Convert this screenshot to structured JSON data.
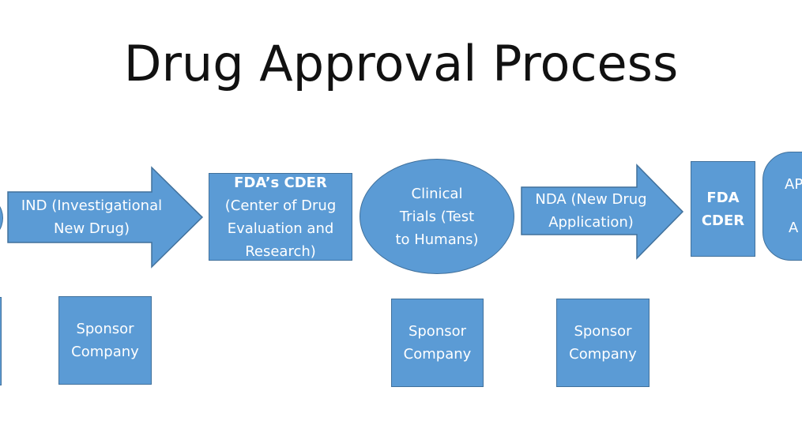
{
  "title": "Drug Approval Process",
  "flow": {
    "ind_arrow": {
      "line1": "IND (Investigational",
      "line2": "New Drug)"
    },
    "fda_cder_box": {
      "line1": "FDA’s CDER",
      "line2": "(Center of Drug",
      "line3": "Evaluation and",
      "line4": "Research)"
    },
    "clinical_trials": {
      "line1": "Clinical",
      "line2": "Trials (Test",
      "line3": "to Humans)"
    },
    "nda_arrow": {
      "line1": "NDA (New Drug",
      "line2": "Application)"
    },
    "fda_cder_short": {
      "line1": "FDA",
      "line2": "CDER"
    },
    "approval_partial": {
      "line1": "AP",
      "line2": "A"
    }
  },
  "sponsors": [
    {
      "line1": "Sponsor",
      "line2": "Company"
    },
    {
      "line1": "Sponsor",
      "line2": "Company"
    },
    {
      "line1": "Sponsor",
      "line2": "Company"
    }
  ],
  "colors": {
    "fill": "#5b9bd5",
    "stroke": "#41719c",
    "text": "#ffffff"
  }
}
